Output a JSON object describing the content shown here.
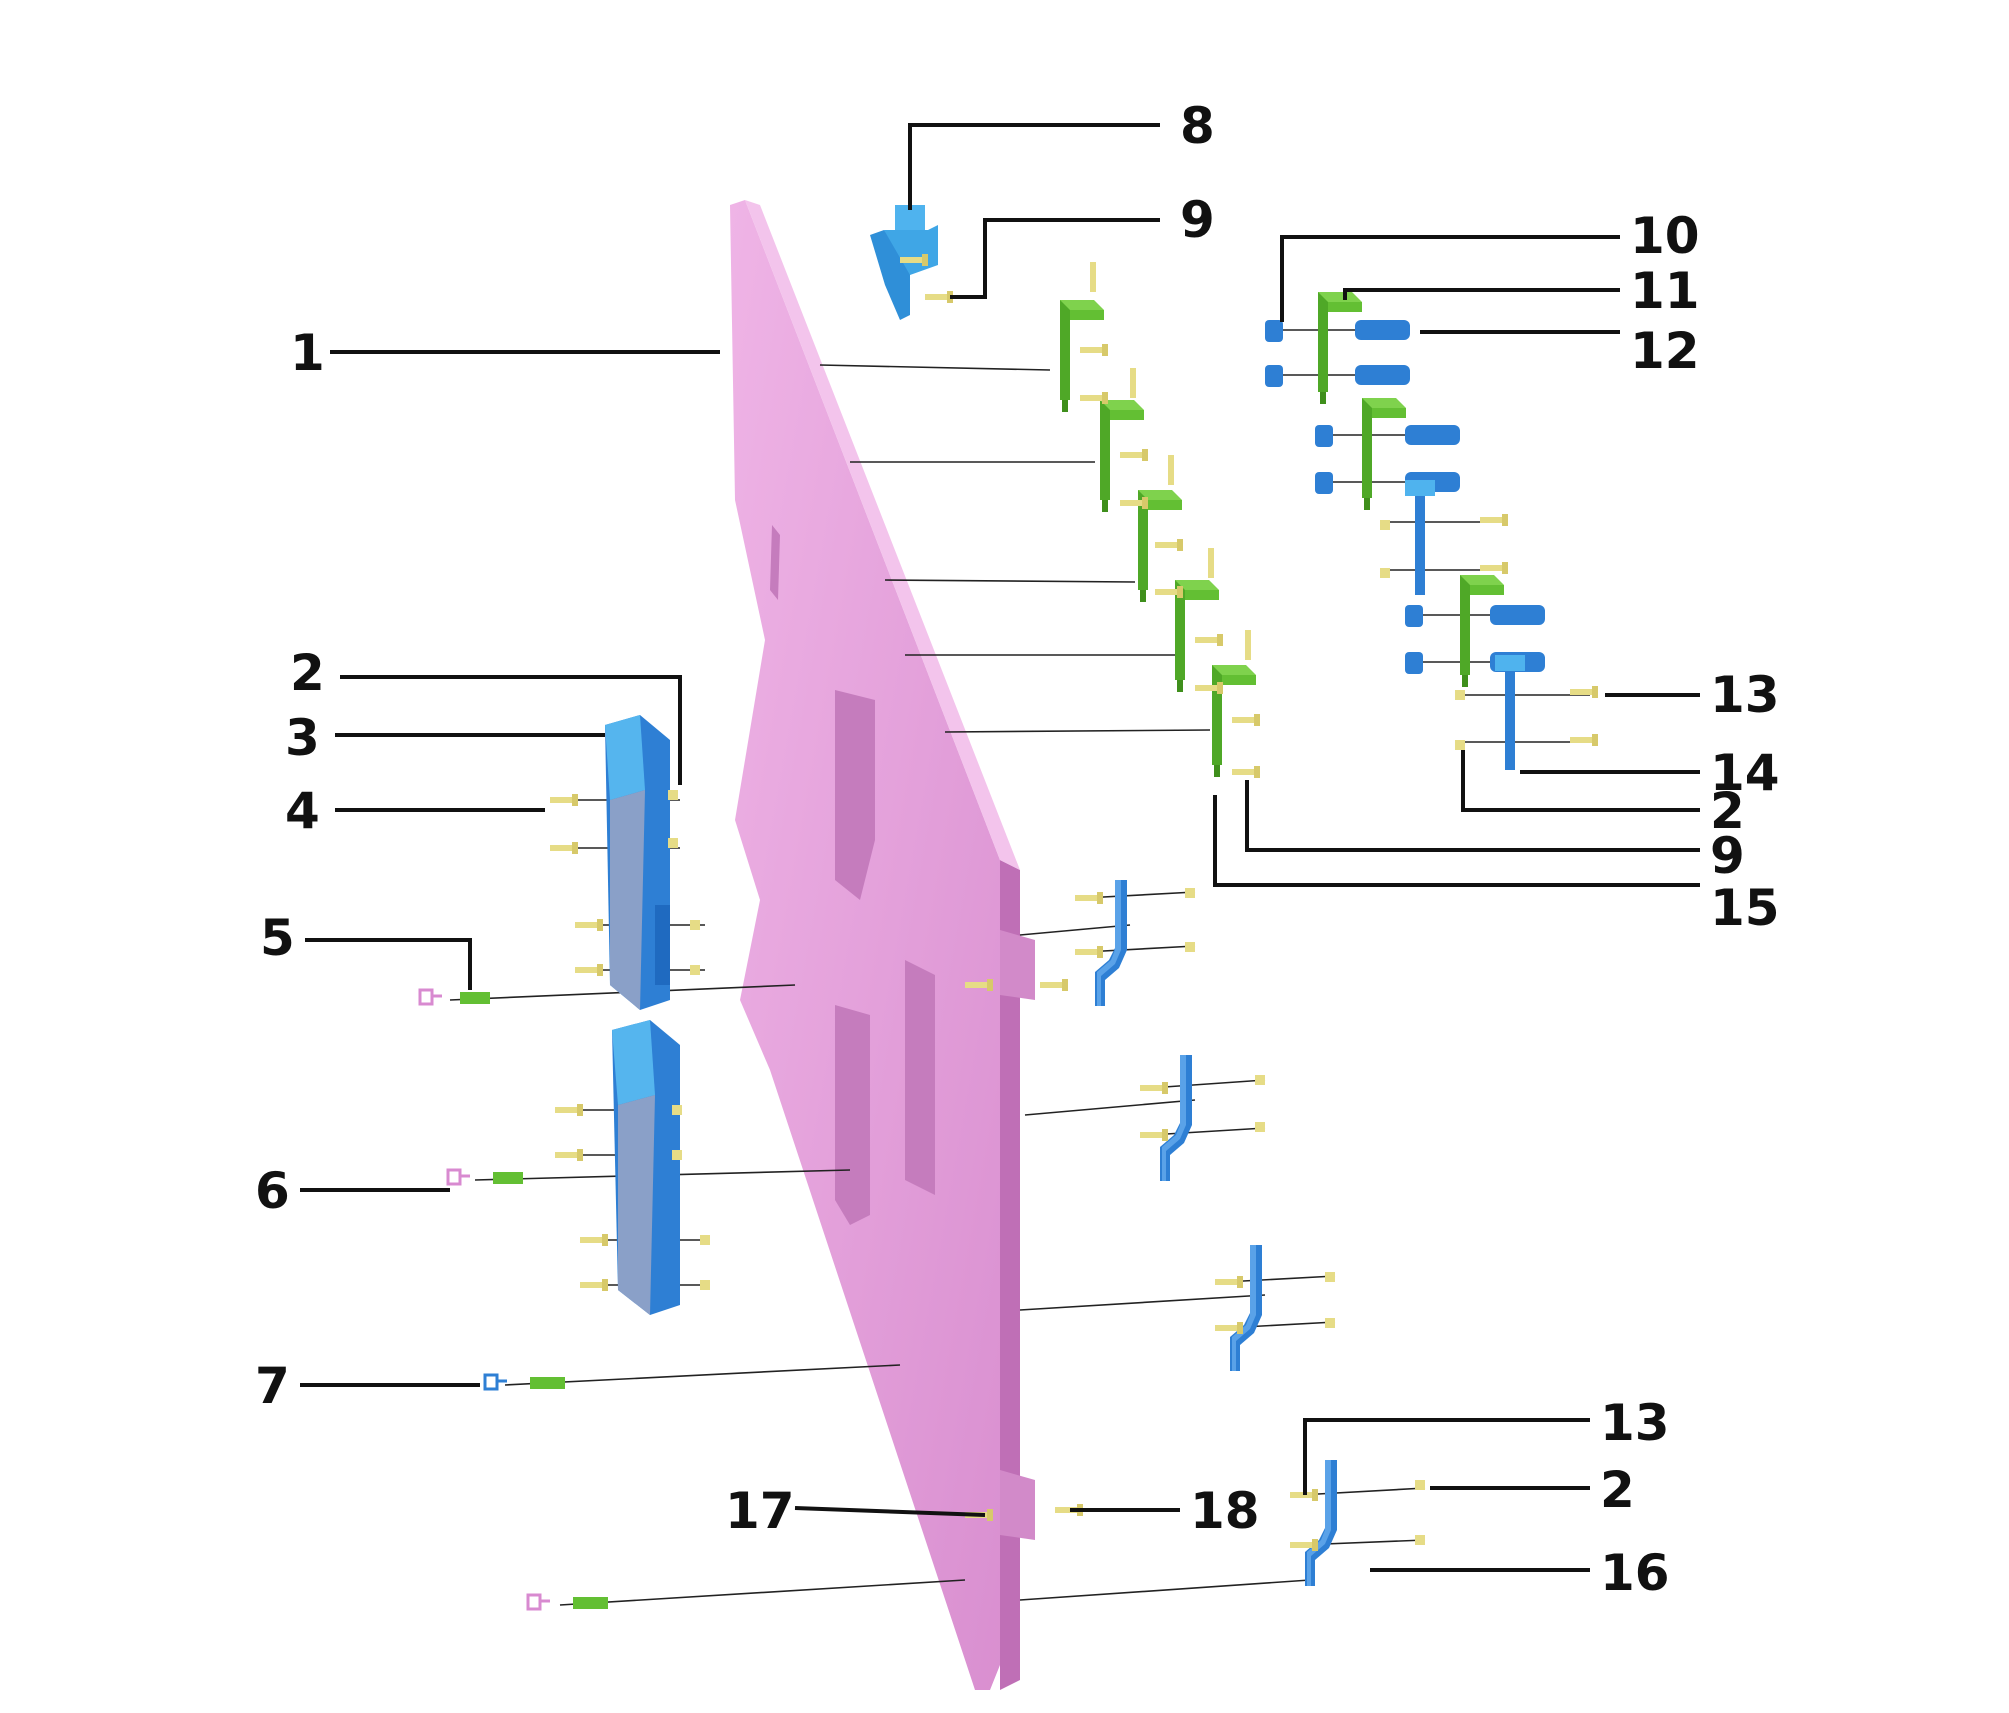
{
  "diagram": {
    "colors": {
      "panel": "#e7a6dc",
      "panel_side": "#bf6fb6",
      "green_part": "#63bf33",
      "blue_part": "#2e7fd4",
      "light_blue_part": "#3fa6e6",
      "screw": "#e6dc86",
      "pink_clip": "#d88ad0"
    },
    "callouts": [
      {
        "id": "c1",
        "label": "1"
      },
      {
        "id": "c2a",
        "label": "2"
      },
      {
        "id": "c3",
        "label": "3"
      },
      {
        "id": "c4",
        "label": "4"
      },
      {
        "id": "c5",
        "label": "5"
      },
      {
        "id": "c6",
        "label": "6"
      },
      {
        "id": "c7",
        "label": "7"
      },
      {
        "id": "c8",
        "label": "8"
      },
      {
        "id": "c9a",
        "label": "9"
      },
      {
        "id": "c10",
        "label": "10"
      },
      {
        "id": "c11",
        "label": "11"
      },
      {
        "id": "c12",
        "label": "12"
      },
      {
        "id": "c13a",
        "label": "13"
      },
      {
        "id": "c14",
        "label": "14"
      },
      {
        "id": "c2b",
        "label": "2"
      },
      {
        "id": "c9b",
        "label": "9"
      },
      {
        "id": "c15",
        "label": "15"
      },
      {
        "id": "c13b",
        "label": "13"
      },
      {
        "id": "c2c",
        "label": "2"
      },
      {
        "id": "c16",
        "label": "16"
      },
      {
        "id": "c17",
        "label": "17"
      },
      {
        "id": "c18",
        "label": "18"
      }
    ]
  }
}
